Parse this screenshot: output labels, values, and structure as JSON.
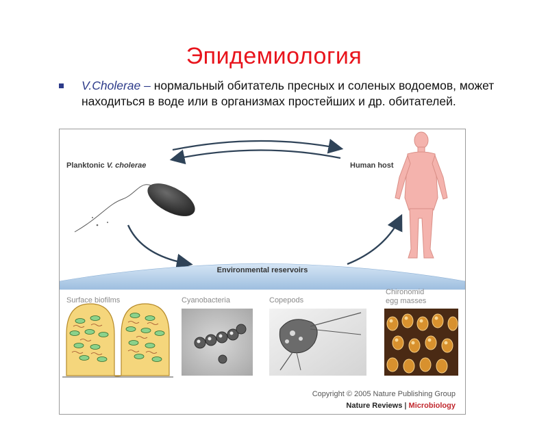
{
  "slide": {
    "title": "Эпидемиология",
    "bullet": {
      "species": "V.Cholerae –",
      "text": " нормальный обитатель пресных и соленых водоемов, может находиться в воде или в организмах простейших и др. обитателей."
    }
  },
  "figure": {
    "planktonic_prefix": "Planktonic ",
    "planktonic_species": "V. cholerae",
    "human_host": "Human host",
    "env_reservoirs": "Environmental reservoirs",
    "panels": {
      "biofilms": "Surface biofilms",
      "cyanobacteria": "Cyanobacteria",
      "copepods": "Copepods",
      "chironomid_line1": "Chironomid",
      "chironomid_line2": "egg masses"
    },
    "copyright": "Copyright © 2005 Nature Publishing Group",
    "journal_name": "Nature Reviews",
    "journal_separator": "|",
    "journal_subject": "Microbiology"
  },
  "colors": {
    "title": "#e8141c",
    "bullet": "#2d3b8a",
    "band": "#a9c6e4",
    "arrow": "#2f4358",
    "human": "#f4b3ad",
    "biofilm": "#f5d67c",
    "microbiology": "#c1272d"
  }
}
